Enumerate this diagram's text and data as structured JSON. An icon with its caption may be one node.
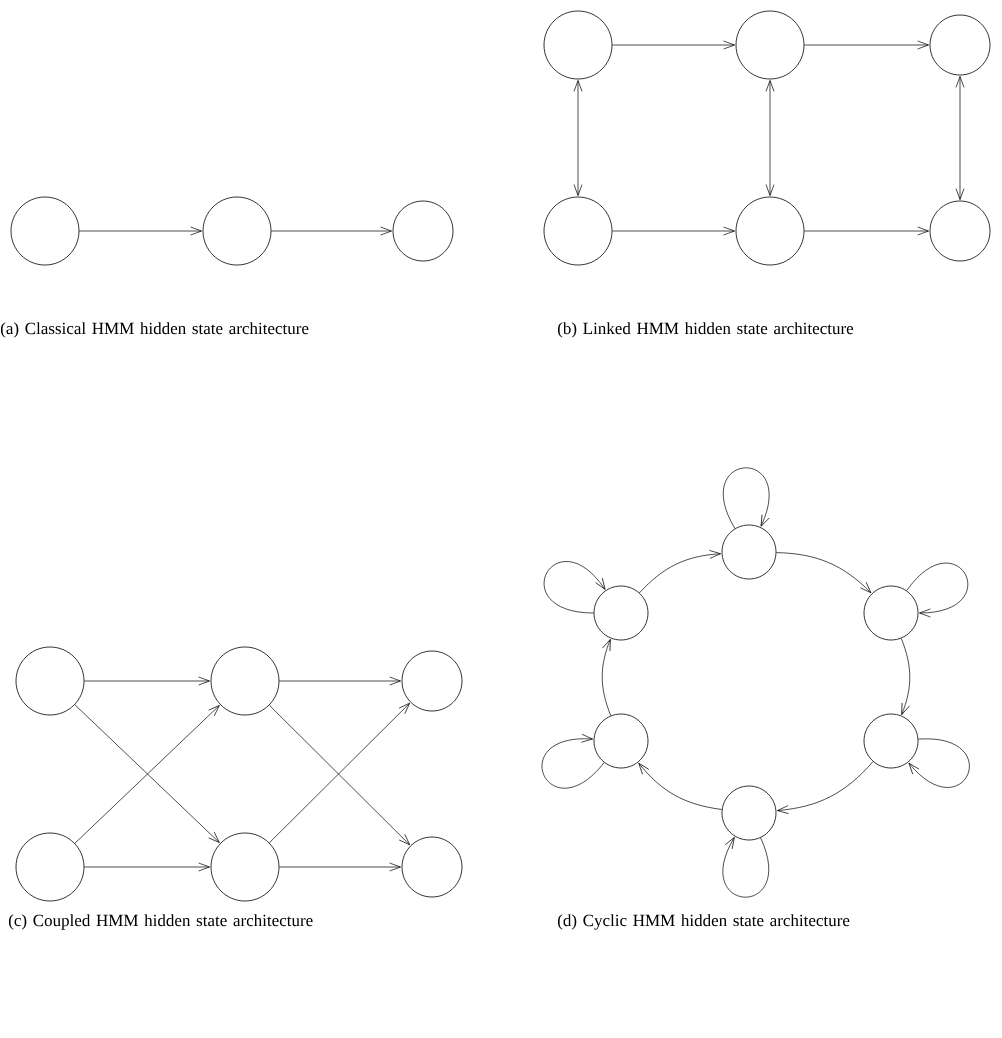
{
  "diagram": {
    "nodes": [
      {
        "text": [],
        "shape": "circle"
      },
      {
        "text": [],
        "shape": "circle"
      },
      {
        "text": [],
        "shape": "circle"
      },
      {
        "text": [],
        "shape": "circle"
      },
      {
        "text": [],
        "shape": "circle"
      },
      {
        "text": [],
        "shape": "circle"
      },
      {
        "text": [],
        "shape": "circle"
      },
      {
        "text": [],
        "shape": "circle"
      },
      {
        "text": [],
        "shape": "circle"
      },
      {
        "text": [],
        "shape": "circle"
      },
      {
        "text": [],
        "shape": "circle"
      },
      {
        "text": [],
        "shape": "circle"
      },
      {
        "text": [],
        "shape": "circle"
      },
      {
        "text": [],
        "shape": "circle"
      },
      {
        "text": [],
        "shape": "circle"
      },
      {
        "text": [],
        "shape": "circle"
      },
      {
        "text": [],
        "shape": "circle"
      },
      {
        "text": [],
        "shape": "circle"
      },
      {
        "text": [],
        "shape": "circle"
      },
      {
        "text": [],
        "shape": "circle"
      },
      {
        "text": [],
        "shape": "circle"
      }
    ],
    "edges": [
      {
        "from": 0,
        "to": 1,
        "arrow": "to"
      },
      {
        "from": 1,
        "to": 2,
        "arrow": "to"
      },
      {
        "from": 3,
        "to": 4,
        "arrow": "to"
      },
      {
        "from": 4,
        "to": 5,
        "arrow": "to"
      },
      {
        "from": 6,
        "to": 7,
        "arrow": "to"
      },
      {
        "from": 7,
        "to": 8,
        "arrow": "to"
      },
      {
        "from": 3,
        "to": 6,
        "arrow": "both"
      },
      {
        "from": 4,
        "to": 7,
        "arrow": "both"
      },
      {
        "from": 5,
        "to": 8,
        "arrow": "both"
      },
      {
        "from": 9,
        "to": 10,
        "arrow": "to"
      },
      {
        "from": 10,
        "to": 11,
        "arrow": "to"
      },
      {
        "from": 12,
        "to": 13,
        "arrow": "to"
      },
      {
        "from": 13,
        "to": 14,
        "arrow": "to"
      },
      {
        "from": 9,
        "to": 13,
        "arrow": "to"
      },
      {
        "from": 12,
        "to": 10,
        "arrow": "to"
      },
      {
        "from": 10,
        "to": 14,
        "arrow": "to"
      },
      {
        "from": 13,
        "to": 11,
        "arrow": "to"
      },
      {
        "from": 15,
        "to": 16,
        "arrow": "to"
      },
      {
        "from": 16,
        "to": 17,
        "arrow": "to"
      },
      {
        "from": 17,
        "to": 18,
        "arrow": "to"
      },
      {
        "from": 18,
        "to": 19,
        "arrow": "to"
      },
      {
        "from": 19,
        "to": 20,
        "arrow": "to"
      },
      {
        "from": 20,
        "to": 15,
        "arrow": "to"
      },
      {
        "from": 15,
        "to": 15,
        "arrow": "to"
      },
      {
        "from": 16,
        "to": 16,
        "arrow": "to"
      },
      {
        "from": 17,
        "to": 17,
        "arrow": "to"
      },
      {
        "from": 18,
        "to": 18,
        "arrow": "to"
      },
      {
        "from": 19,
        "to": 19,
        "arrow": "to"
      },
      {
        "from": 20,
        "to": 20,
        "arrow": "to"
      }
    ],
    "labels": [
      "(a) Classical HMM hidden state architecture",
      "(b) Linked HMM hidden state architecture",
      "(c) Coupled HMM hidden state architecture",
      "(d) Cyclic HMM hidden state architecture"
    ]
  }
}
